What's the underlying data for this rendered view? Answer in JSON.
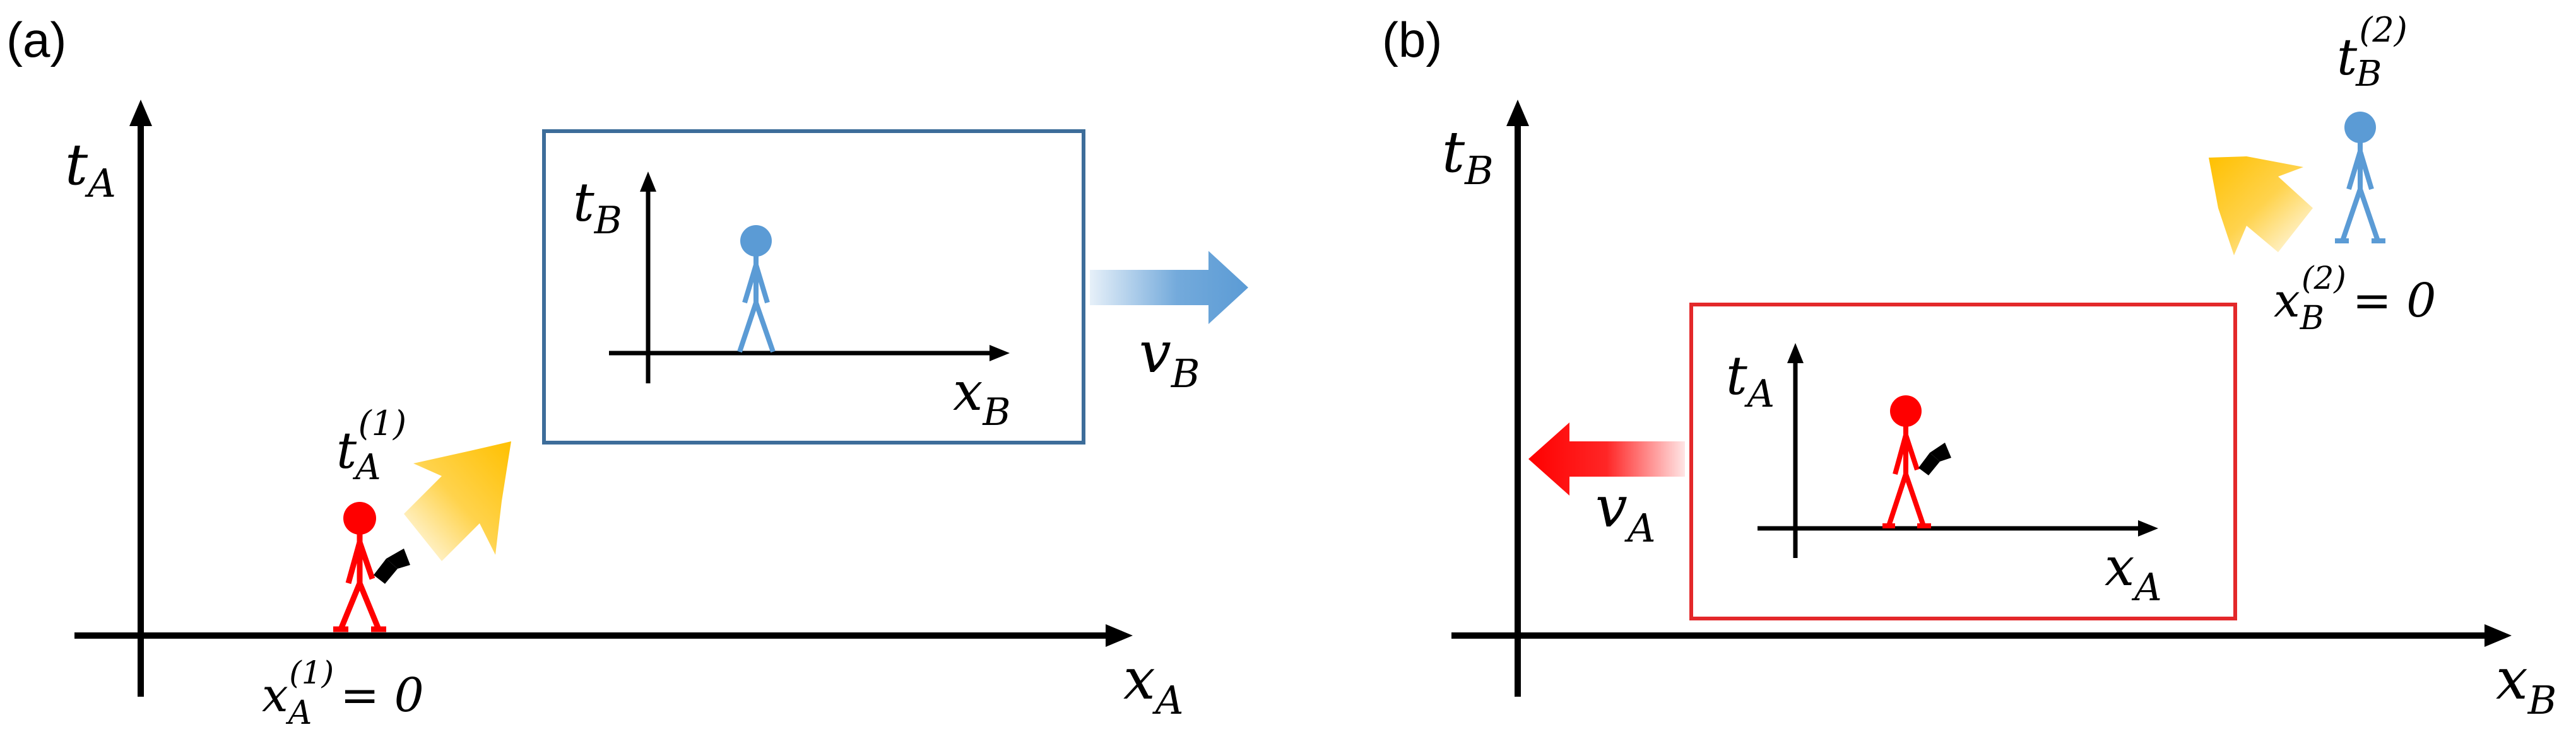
{
  "panels": [
    {
      "label": "(a)",
      "axes": {
        "x_var": "x",
        "x_sub": "A",
        "y_var": "t",
        "y_sub": "A"
      },
      "inset": {
        "x_var": "x",
        "x_sub": "B",
        "y_var": "t",
        "y_sub": "B",
        "frame_color": "#3d6d9a"
      },
      "velocity": {
        "var": "v",
        "sub": "B",
        "direction": "right",
        "color": "#5b9bd5"
      },
      "event": {
        "t_var": "t",
        "t_sub": "A",
        "t_sup": "(1)",
        "x_var": "x",
        "x_sub": "A",
        "x_sup": "(1)",
        "x_eq": "= 0"
      },
      "observer_inside_inset": {
        "color": "#5b9bd5",
        "holds_flashlight": false
      },
      "observer_main": {
        "color": "#ff0000",
        "holds_flashlight": true
      }
    },
    {
      "label": "(b)",
      "axes": {
        "x_var": "x",
        "x_sub": "B",
        "y_var": "t",
        "y_sub": "B"
      },
      "inset": {
        "x_var": "x",
        "x_sub": "A",
        "y_var": "t",
        "y_sub": "A",
        "frame_color": "#e3282a"
      },
      "velocity": {
        "var": "v",
        "sub": "A",
        "direction": "left",
        "color": "#ff0000"
      },
      "event": {
        "t_var": "t",
        "t_sub": "B",
        "t_sup": "(2)",
        "x_var": "x",
        "x_sub": "B",
        "x_sup": "(2)",
        "x_eq": "= 0"
      },
      "observer_inside_inset": {
        "color": "#ff0000",
        "holds_flashlight": true
      },
      "observer_main": {
        "color": "#5b9bd5",
        "holds_flashlight": false
      }
    }
  ],
  "colors": {
    "axis": "#000000",
    "flash_glow": "#ffc000",
    "red": "#ff0000",
    "blue": "#5b9bd5"
  }
}
